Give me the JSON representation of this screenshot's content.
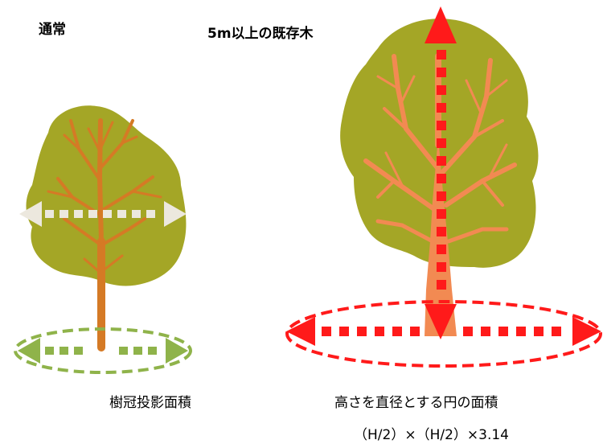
{
  "titles": {
    "normal": "通常",
    "large": "5m以上の既存木"
  },
  "captions": {
    "normal": "樹冠投影面積",
    "large": "高さを直径とする円の面積",
    "formula": "（H/2）×（H/2）×3.14"
  },
  "colors": {
    "canopy": "#a4a626",
    "trunk_normal": "#d57a25",
    "trunk_large": "#f28a52",
    "arrow_white": "#ece8de",
    "arrow_green": "#8fb34a",
    "ellipse_green": "#8fb34a",
    "arrow_red": "#ff1a1a"
  }
}
